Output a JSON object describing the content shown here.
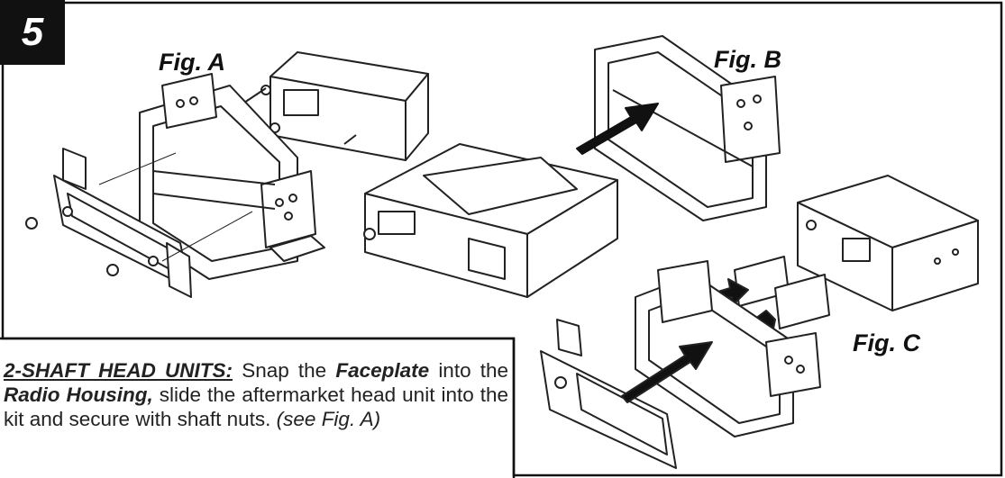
{
  "step": {
    "number": "5"
  },
  "figures": {
    "a": {
      "label": "Fig. A"
    },
    "b": {
      "label": "Fig. B"
    },
    "c": {
      "label": "Fig. C"
    }
  },
  "instructions": {
    "heading": "2-SHAFT HEAD UNITS:",
    "text_1": "Snap the",
    "term_faceplate": "Faceplate",
    "text_2": "into the",
    "term_radio_housing": "Radio Housing,",
    "text_3": "slide the aftermarket head unit into the kit and secure with shaft nuts.",
    "reference": "(see Fig. A)"
  },
  "colors": {
    "ink": "#111111",
    "badge": "#111111",
    "paper": "#ffffff"
  },
  "icons": [
    "arrow-icon",
    "bracket-icon",
    "radio-icon"
  ]
}
